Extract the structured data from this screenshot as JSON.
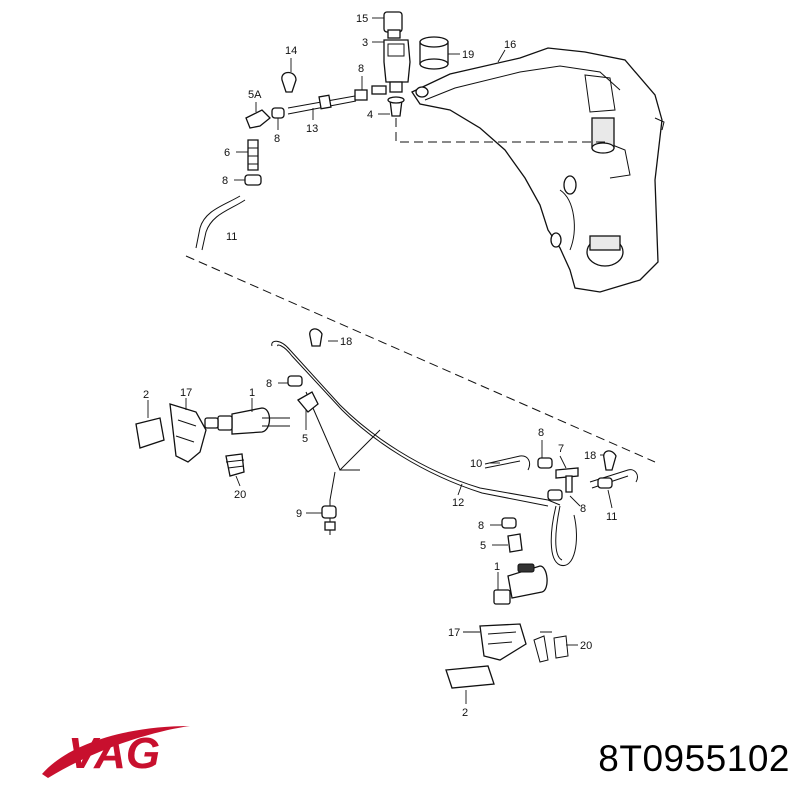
{
  "diagram": {
    "callouts": [
      {
        "key": "c15",
        "text": "15"
      },
      {
        "key": "c3",
        "text": "3"
      },
      {
        "key": "c19",
        "text": "19"
      },
      {
        "key": "c16",
        "text": "16"
      },
      {
        "key": "c14",
        "text": "14"
      },
      {
        "key": "c8a",
        "text": "8"
      },
      {
        "key": "c5A",
        "text": "5A"
      },
      {
        "key": "c4",
        "text": "4"
      },
      {
        "key": "c13",
        "text": "13"
      },
      {
        "key": "c8b",
        "text": "8"
      },
      {
        "key": "c6",
        "text": "6"
      },
      {
        "key": "c8c",
        "text": "8"
      },
      {
        "key": "c11a",
        "text": "11"
      },
      {
        "key": "c18a",
        "text": "18"
      },
      {
        "key": "c8d",
        "text": "8"
      },
      {
        "key": "c2a",
        "text": "2"
      },
      {
        "key": "c17a",
        "text": "17"
      },
      {
        "key": "c1a",
        "text": "1"
      },
      {
        "key": "c5a",
        "text": "5"
      },
      {
        "key": "c20a",
        "text": "20"
      },
      {
        "key": "c8e",
        "text": "8"
      },
      {
        "key": "c7",
        "text": "7"
      },
      {
        "key": "c10",
        "text": "10"
      },
      {
        "key": "c18b",
        "text": "18"
      },
      {
        "key": "c8f",
        "text": "8"
      },
      {
        "key": "c11b",
        "text": "11"
      },
      {
        "key": "c12",
        "text": "12"
      },
      {
        "key": "c9",
        "text": "9"
      },
      {
        "key": "c8g",
        "text": "8"
      },
      {
        "key": "c5b",
        "text": "5"
      },
      {
        "key": "c1b",
        "text": "1"
      },
      {
        "key": "c17b",
        "text": "17"
      },
      {
        "key": "c20b",
        "text": "20"
      },
      {
        "key": "c2b",
        "text": "2"
      }
    ]
  },
  "brand": {
    "logo_text": "VAG",
    "logo_color": "#c8102e",
    "swoosh_color": "#c8102e"
  },
  "part_number": "8T0955102"
}
